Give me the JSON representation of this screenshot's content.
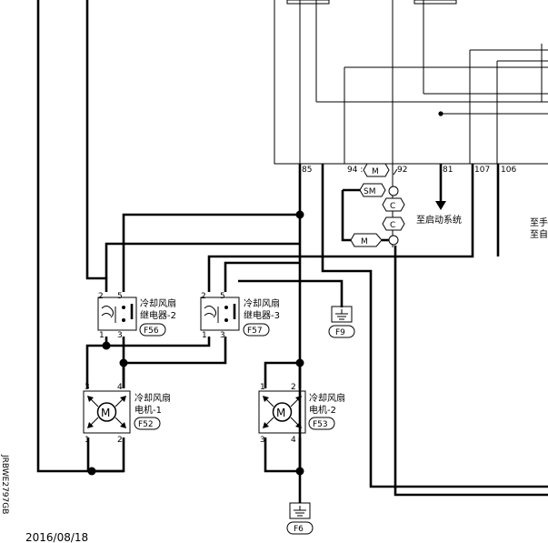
{
  "ecm_pins": [
    "85",
    "94 :",
    "92",
    "81",
    "107",
    "106"
  ],
  "connector_markers": [
    "M",
    "SM",
    "C",
    "C",
    "M"
  ],
  "to_start_system": "至启动系统",
  "right_edge_text": [
    "至手",
    "至自"
  ],
  "relay2": {
    "pins": [
      "2",
      "5",
      "1",
      "3"
    ],
    "name_lines": [
      "冷却风扇",
      "继电器-2"
    ],
    "connector": "F56"
  },
  "relay3": {
    "pins": [
      "2",
      "5",
      "1",
      "3"
    ],
    "name_lines": [
      "冷却风扇",
      "继电器-3"
    ],
    "connector": "F57"
  },
  "ground_f9": "F9",
  "motor1": {
    "pins": [
      "3",
      "4",
      "1",
      "2"
    ],
    "name_lines": [
      "冷却风扇",
      "电机-1"
    ],
    "connector": "F52"
  },
  "motor2": {
    "pins": [
      "1",
      "2",
      "3",
      "4"
    ],
    "name_lines": [
      "冷却风扇",
      "电机-2"
    ],
    "connector": "F53"
  },
  "ground_f6": "F6",
  "footer_date": "2016/08/18",
  "side_code": "JRBWE2797GB"
}
